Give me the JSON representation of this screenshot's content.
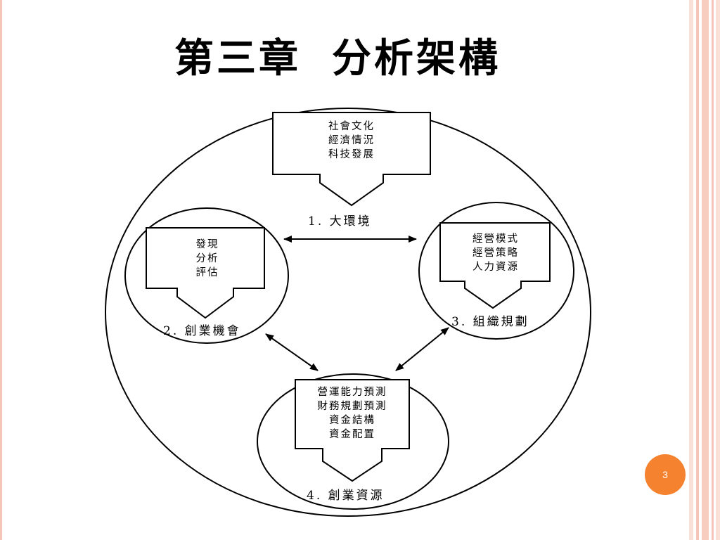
{
  "title": {
    "chapter": "第三章",
    "heading": "分析架構"
  },
  "nodes": {
    "environment": {
      "label": "1. 大環境",
      "box_lines": [
        "社會文化",
        "經濟情況",
        "科技發展"
      ]
    },
    "opportunity": {
      "label": "2. 創業機會",
      "box_lines": [
        "發現",
        "分析",
        "評估"
      ]
    },
    "organization": {
      "label": "3. 組織規劃",
      "box_lines": [
        "經營模式",
        "經營策略",
        "人力資源"
      ]
    },
    "resources": {
      "label": "4. 創業資源",
      "box_lines": [
        "營運能力預測",
        "財務規劃預測",
        "資金結構",
        "資金配置"
      ]
    }
  },
  "page_number": "3",
  "colors": {
    "accent": "#f4822f",
    "border_pink": "#f4c5b8",
    "line": "#000000"
  }
}
